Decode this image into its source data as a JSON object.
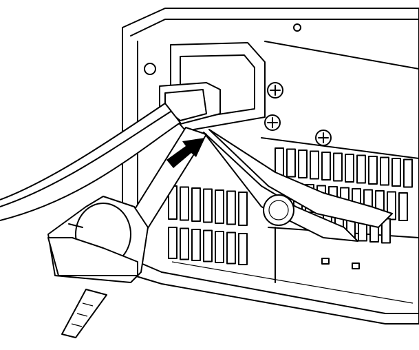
{
  "illustration": {
    "parts": [
      "chassis-rear-panel",
      "power-cord",
      "power-plug",
      "power-socket",
      "cable-clamp",
      "cable-tie",
      "insertion-arrow",
      "needle-nose-pliers",
      "ventilation-grille",
      "screws"
    ],
    "colors": {
      "line": "#000000",
      "background": "#ffffff"
    }
  }
}
